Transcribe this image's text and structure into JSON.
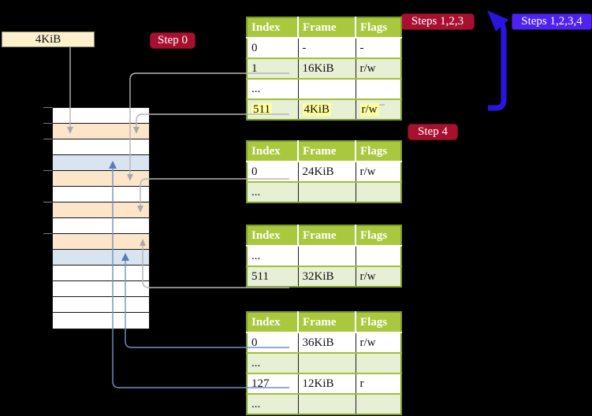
{
  "page_size_box": {
    "label": "4KiB"
  },
  "step_labels": {
    "step0": "Step 0",
    "steps123": "Steps 1,2,3",
    "steps1234": "Steps 1,2,3,4",
    "step4": "Step 4"
  },
  "page_tables": [
    {
      "name": "page-table-top",
      "headers": [
        "Index",
        "Frame",
        "Flags"
      ],
      "rows": [
        {
          "cells": [
            "0",
            "-",
            "-"
          ],
          "shade": false,
          "highlight": false
        },
        {
          "cells": [
            "1",
            "16KiB",
            "r/w"
          ],
          "shade": true,
          "highlight": false
        },
        {
          "cells": [
            "...",
            "",
            ""
          ],
          "shade": false,
          "highlight": false
        },
        {
          "cells": [
            "511",
            "4KiB",
            "r/w"
          ],
          "shade": true,
          "highlight": true
        }
      ]
    },
    {
      "name": "page-table-mid-a",
      "headers": [
        "Index",
        "Frame",
        "Flags"
      ],
      "rows": [
        {
          "cells": [
            "0",
            "24KiB",
            "r/w"
          ],
          "shade": false,
          "highlight": false
        },
        {
          "cells": [
            "...",
            "",
            ""
          ],
          "shade": true,
          "highlight": false
        }
      ]
    },
    {
      "name": "page-table-mid-b",
      "headers": [
        "Index",
        "Frame",
        "Flags"
      ],
      "rows": [
        {
          "cells": [
            "...",
            "",
            ""
          ],
          "shade": false,
          "highlight": false
        },
        {
          "cells": [
            "511",
            "32KiB",
            "r/w"
          ],
          "shade": true,
          "highlight": false
        }
      ]
    },
    {
      "name": "page-table-bottom",
      "headers": [
        "Index",
        "Frame",
        "Flags"
      ],
      "rows": [
        {
          "cells": [
            "0",
            "36KiB",
            "r/w"
          ],
          "shade": false,
          "highlight": false
        },
        {
          "cells": [
            "...",
            "",
            ""
          ],
          "shade": true,
          "highlight": false
        },
        {
          "cells": [
            "127",
            "12KiB",
            "r"
          ],
          "shade": false,
          "highlight": false
        },
        {
          "cells": [
            "...",
            "",
            ""
          ],
          "shade": true,
          "highlight": false
        }
      ]
    }
  ],
  "memory": {
    "rows": [
      {
        "type": "white"
      },
      {
        "type": "orange"
      },
      {
        "type": "white"
      },
      {
        "type": "blue"
      },
      {
        "type": "orange"
      },
      {
        "type": "white"
      },
      {
        "type": "orange"
      },
      {
        "type": "white"
      },
      {
        "type": "orange"
      },
      {
        "type": "blue"
      },
      {
        "type": "white"
      },
      {
        "type": "white"
      },
      {
        "type": "white"
      },
      {
        "type": "white"
      }
    ]
  },
  "colors": {
    "table_header_bg": "#a9c83e",
    "table_border": "#7e9b29",
    "table_row_shade": "#e7efd4",
    "highlight_yellow": "#ffff9c",
    "crimson_badge": "#a81030",
    "blue_badge": "#4f22ef",
    "memory_orange": "#fde5c9",
    "memory_blue": "#d9e4f1",
    "gray_connector": "#b5b5b5",
    "steel_connector": "#7191c4",
    "big_arrow_blue": "#2b13e0"
  }
}
